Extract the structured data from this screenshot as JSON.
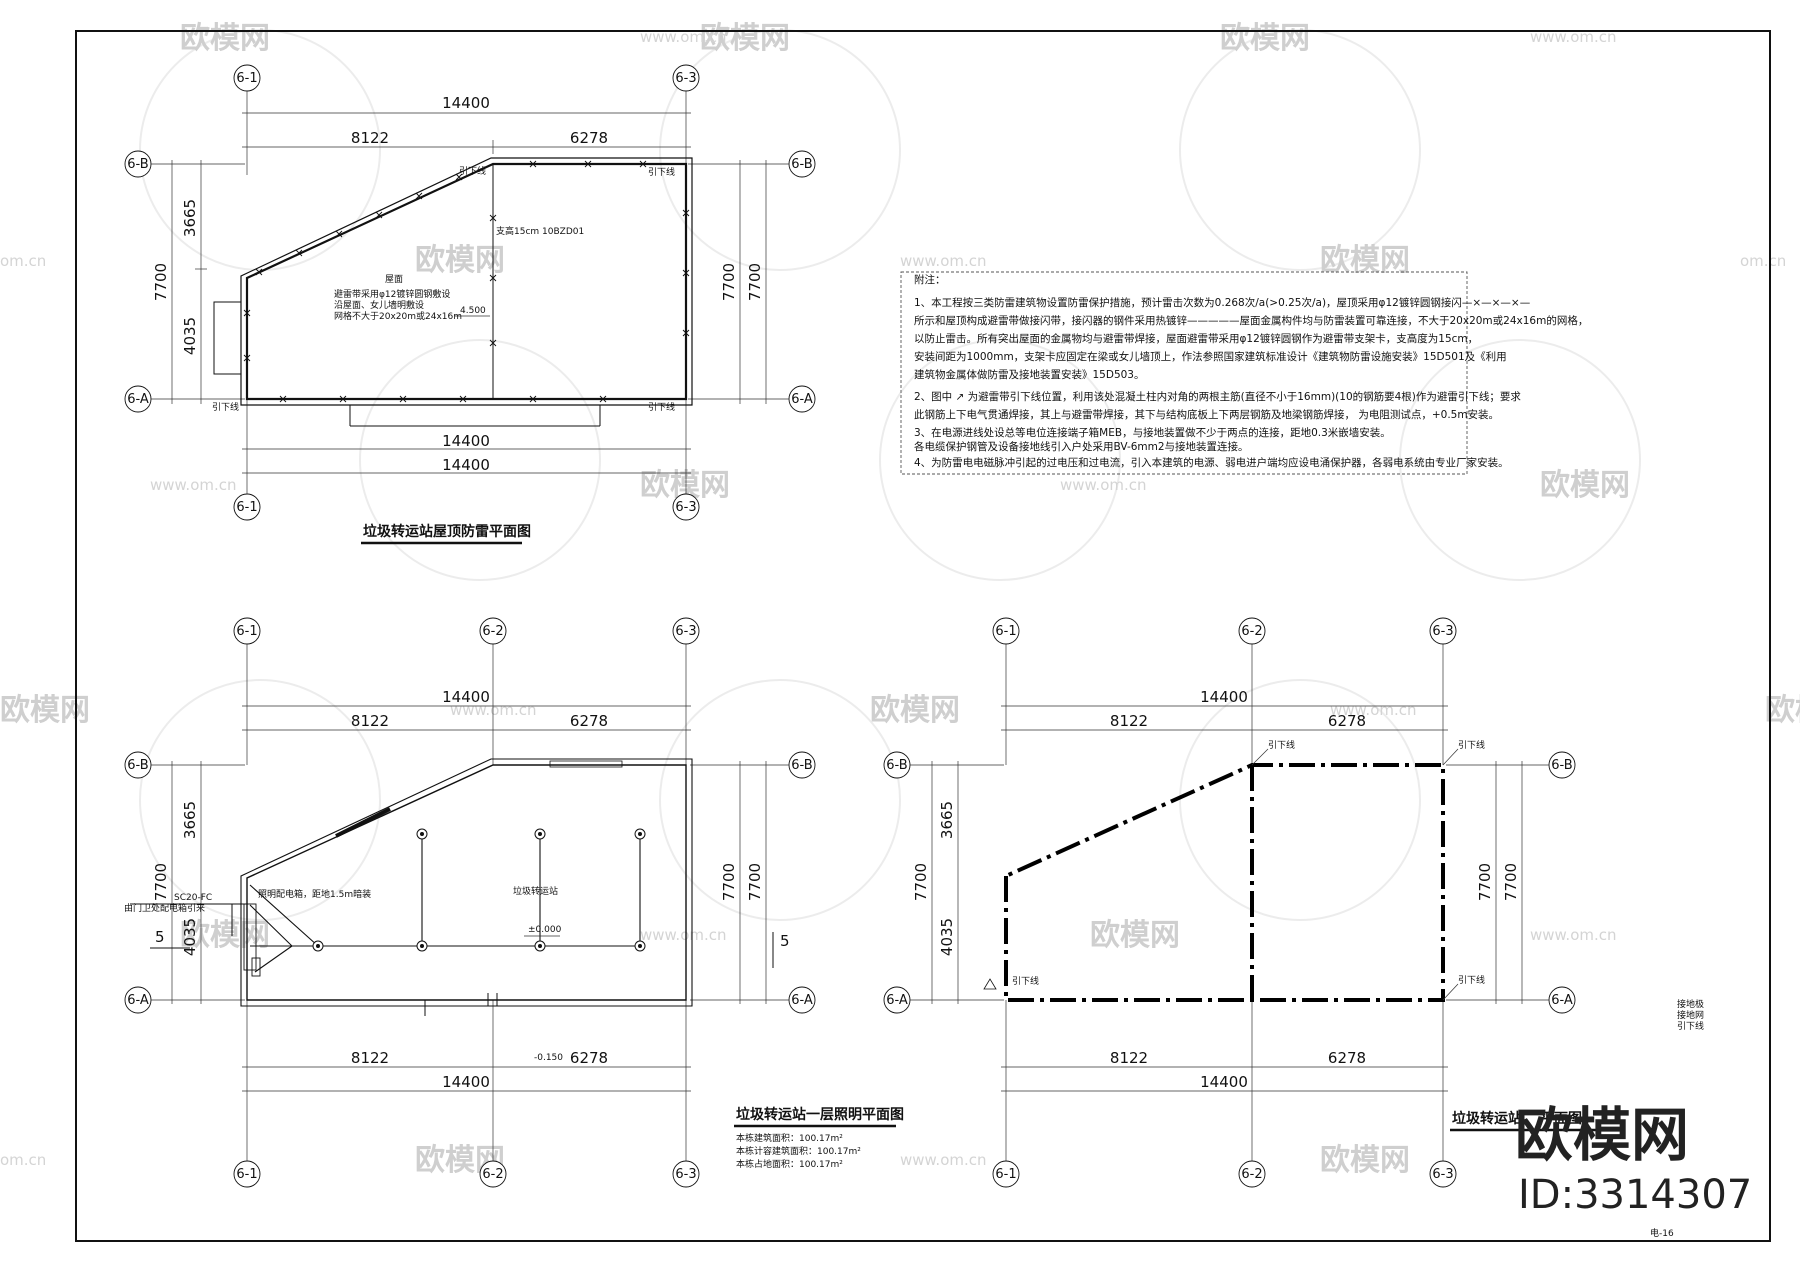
{
  "drawing": {
    "roof_plan": {
      "title": "垃圾转运站屋顶防雷平面图",
      "dims_top": {
        "total": "14400",
        "left": "8122",
        "right": "6278"
      },
      "dims_bottom": {
        "inner": "14400",
        "outer": "14400"
      },
      "dims_left": {
        "total": "7700",
        "upper": "3665",
        "lower": "4035"
      },
      "dims_right": {
        "a": "7700",
        "b": "7700"
      },
      "axes": {
        "a1": "6-1",
        "a3": "6-3",
        "ab": "6-B",
        "aa": "6-A"
      },
      "labels": {
        "down1": "引下线",
        "down2": "引下线",
        "down3": "引下线",
        "down4": "引下线",
        "beam_note": "支高15cm 10BZD01",
        "roof": "屋面",
        "elev": "4.500",
        "net_note_1": "避雷带采用φ12镀锌圆钢敷设",
        "net_note_2": "沿屋面、女儿墙明敷设",
        "net_note_3": "网格不大于20x20m或24x16m"
      }
    },
    "notes": {
      "header": "附注：",
      "lines": [
        "1、本工程按三类防雷建筑物设置防雷保护措施，预计雷击次数为0.268次/a(>0.25次/a)，屋顶采用φ12镀锌圆钢接闪—×—×—×—",
        "所示和屋顶构成避雷带做接闪带，接闪器的钢件采用热镀锌—————屋面金属构件均与防雷装置可靠连接，不大于20x20m或24x16m的网格，",
        "以防止雷击。所有突出屋面的金属物均与避雷带焊接，屋面避雷带采用φ12镀锌圆钢作为避雷带支架卡，支高度为15cm，",
        "安装间距为1000mm，支架卡应固定在梁或女儿墙顶上，作法参照国家建筑标准设计《建筑物防雷设施安装》15D501及《利用",
        "建筑物金属体做防雷及接地装置安装》15D503。",
        "2、图中 ↗ 为避雷带引下线位置，利用该处混凝土柱内对角的两根主筋(直径不小于16mm)(10的钢筋要4根)作为避雷引下线；要求",
        "此钢筋上下电气贯通焊接，其上与避雷带焊接，其下与结构底板上下两层钢筋及地梁钢筋焊接， 为电阻测试点，+0.5m安装。",
        "3、在电源进线处设总等电位连接端子箱MEB，与接地装置做不少于两点的连接，距地0.3米嵌墙安装。",
        "   各电缆保护钢管及设备接地线引入户处采用BV-6mm2与接地装置连接。",
        "4、为防雷电电磁脉冲引起的过电压和过电流，引入本建筑的电源、弱电进户端均应设电涌保护器，各弱电系统由专业厂家安装。"
      ]
    },
    "lighting_plan": {
      "title": "垃圾转运站一层照明平面图",
      "dims_top": {
        "total": "14400",
        "left": "8122",
        "right": "6278"
      },
      "dims_bottom": {
        "left": "8122",
        "right": "6278",
        "total": "14400"
      },
      "dims_left": {
        "total": "7700",
        "upper": "3665",
        "lower": "4035"
      },
      "dims_right": {
        "a": "7700",
        "b": "7700"
      },
      "axes": {
        "a1": "6-1",
        "a2": "6-2",
        "a3": "6-3",
        "ab": "6-B",
        "aa": "6-A"
      },
      "labels": {
        "cable_in": "由门卫处配电箱引来",
        "cable_spec": "SC20-FC",
        "box_note": "照明配电箱，距地1.5m暗装",
        "room": "垃圾转运站",
        "elev": "±0.000",
        "elev_out": "-0.150",
        "sec_left": "5",
        "sec_right": "5"
      },
      "areas": [
        "本栋建筑面积：100.17m²",
        "本栋计容建筑面积：100.17m²",
        "本栋占地面积：100.17m²"
      ]
    },
    "grounding_plan": {
      "title_visible": "垃圾转运站",
      "title_tail": "平面图",
      "dims_top": {
        "total": "14400",
        "left": "8122",
        "right": "6278"
      },
      "dims_bottom": {
        "left": "8122",
        "right": "6278",
        "total": "14400"
      },
      "dims_left": {
        "total": "7700",
        "upper": "3665",
        "lower": "4035"
      },
      "dims_right": {
        "a": "7700",
        "b": "7700"
      },
      "axes": {
        "a1": "6-1",
        "a2": "6-2",
        "a3": "6-3",
        "ab": "6-B",
        "aa": "6-A"
      },
      "labels": {
        "down1": "引下线",
        "down2": "引下线",
        "down3": "引下线",
        "down4": "引下线"
      }
    },
    "legend_small": [
      "接地极",
      "接地网",
      "引下线"
    ],
    "page_no": "电-16"
  },
  "watermark": {
    "cn": "欧模网",
    "url": "www.om.cn",
    "url_short": "om.cn",
    "brand": "欧模网",
    "id": "ID:3314307"
  }
}
